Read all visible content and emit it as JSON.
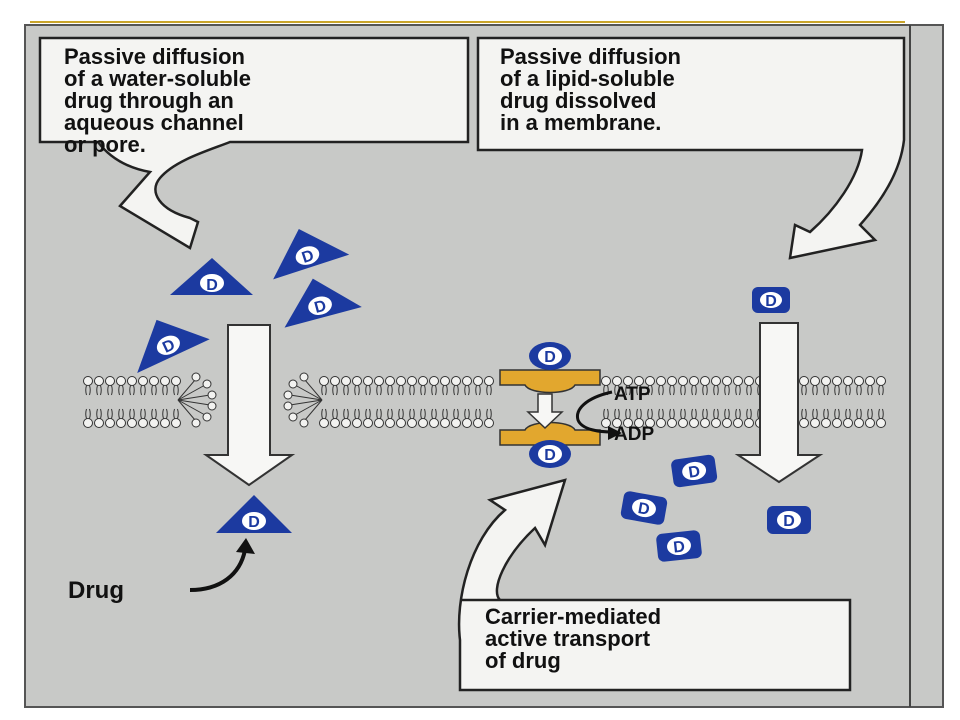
{
  "callouts": {
    "water_soluble": {
      "lines": [
        "Passive diffusion",
        "of a water-soluble",
        "drug through an",
        "aqueous channel",
        "or pore."
      ]
    },
    "lipid_soluble": {
      "lines": [
        "Passive diffusion",
        "of a lipid-soluble",
        "drug dissolved",
        "in a membrane."
      ]
    },
    "carrier": {
      "lines": [
        "Carrier-mediated",
        "active transport",
        "of drug"
      ]
    }
  },
  "labels": {
    "drug": "Drug",
    "atp": "ATP",
    "adp": "ADP",
    "drug_symbol": "D"
  },
  "colors": {
    "background": "#c8c9c7",
    "drug_blue": "#1c3aa0",
    "carrier_orange": "#e2a72e",
    "callout_fill": "#f4f4f2"
  }
}
